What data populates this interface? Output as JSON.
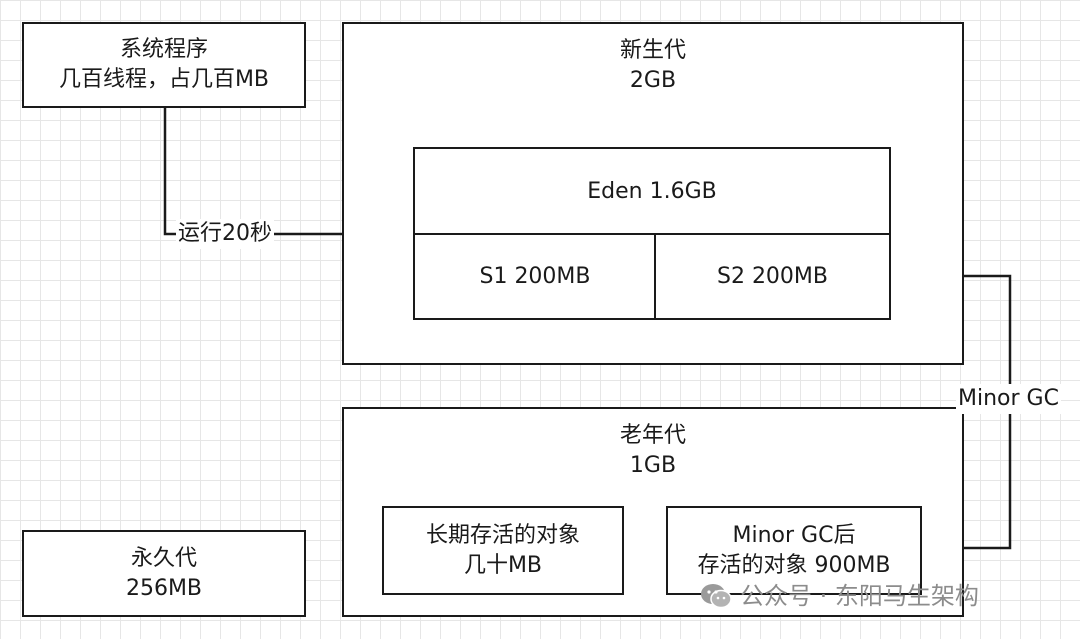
{
  "system_program": {
    "line1": "系统程序",
    "line2": "几百线程，占几百MB"
  },
  "young_gen": {
    "title": "新生代",
    "size": "2GB"
  },
  "eden": {
    "label": "Eden 1.6GB"
  },
  "s1": {
    "label": "S1 200MB"
  },
  "s2": {
    "label": "S2 200MB"
  },
  "old_gen": {
    "title": "老年代",
    "size": "1GB"
  },
  "long_lived": {
    "line1": "长期存活的对象",
    "line2": "几十MB"
  },
  "after_gc": {
    "line1": "Minor GC后",
    "line2": "存活的对象 900MB"
  },
  "perm_gen": {
    "title": "永久代",
    "size": "256MB"
  },
  "edges": {
    "run_label": "运行20秒",
    "gc_label": "Minor GC"
  },
  "watermark": {
    "text": "公众号 · 东阳马生架构",
    "icon": "wechat-icon"
  },
  "colors": {
    "line": "#1a1a1a",
    "grid": "#e6e6e6",
    "watermark": "#8c8c8c"
  }
}
